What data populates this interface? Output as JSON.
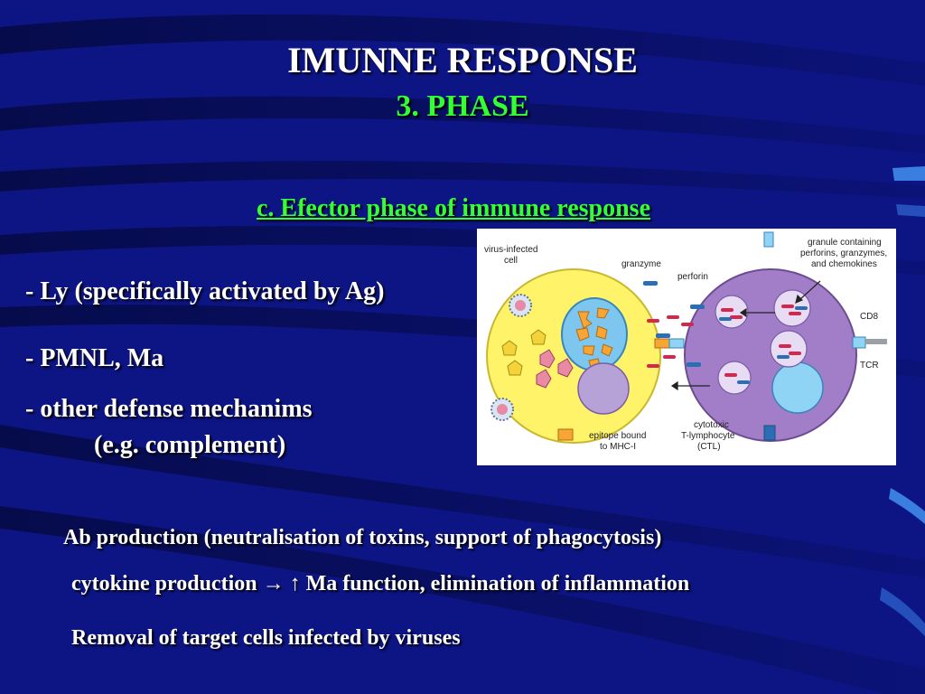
{
  "slide": {
    "title": "IMUNNE RESPONSE",
    "subtitle": "3. PHASE",
    "section_heading": "c.   Efector phase of immune response",
    "bullets": [
      "- Ly (specifically activated by Ag)",
      "- PMNL, Ma",
      "- other defense mechanims",
      "(e.g. complement)"
    ],
    "notes": [
      "Ab production (neutralisation of toxins, support of phagocytosis)",
      "cytokine production → ↑ Ma function, elimination of inflammation",
      "Removal of target cells infected by viruses"
    ]
  },
  "diagram": {
    "labels": {
      "infected_cell_1": "virus-infected",
      "infected_cell_2": "cell",
      "granzyme": "granzyme",
      "perforin": "perforin",
      "granule_1": "granule containing",
      "granule_2": "perforins, granzymes,",
      "granule_3": "and chemokines",
      "cd8": "CD8",
      "tcr": "TCR",
      "epitope_1": "epitope bound",
      "epitope_2": "to MHC-I",
      "ctl_1": "cytotoxic",
      "ctl_2": "T-lymphocyte",
      "ctl_3": "(CTL)"
    }
  },
  "colors": {
    "background": "#0d1585",
    "title": "#ffffff",
    "accent_green": "#33ff33",
    "infected_cell": "#fff36a",
    "ctl_cell": "#a27ec8",
    "nucleus_blue": "#8fd3f5",
    "granzyme_blue": "#2a6fb5",
    "perforin_red": "#d7264b"
  }
}
